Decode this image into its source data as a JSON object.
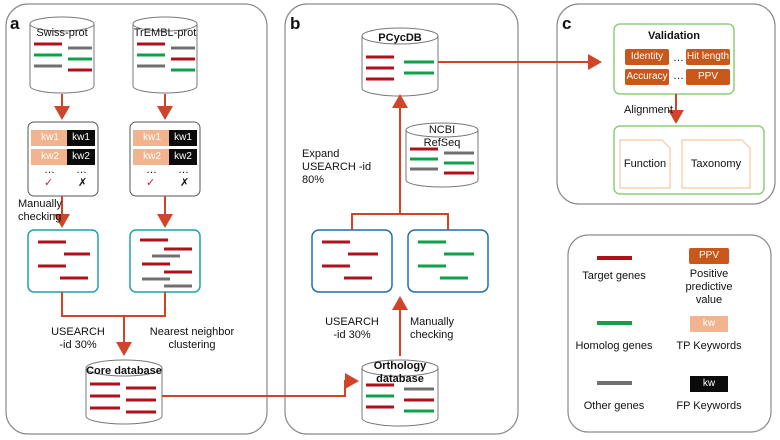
{
  "panels": {
    "a": "a",
    "b": "b",
    "c": "c"
  },
  "panel_a": {
    "db_left": "Swiss-prot",
    "db_right": "TrEMBL-prot",
    "kw1": "kw1",
    "kw2": "kw2",
    "dots": "…",
    "check_mark": "✓",
    "cross_mark": "✗",
    "manual_check": "Manually checking",
    "usearch": "USEARCH -id 30%",
    "nn_cluster": "Nearest neighbor clustering",
    "core_db": "Core database"
  },
  "panel_b": {
    "pcycdb": "PCycDB",
    "ncbi": "NCBI RefSeq",
    "expand": "Expand USEARCH -id 80%",
    "usearch": "USEARCH -id 30%",
    "manual_check": "Manually checking",
    "orthology_db": "Orthology database"
  },
  "panel_c": {
    "validation": "Validation",
    "identity": "Identity",
    "hit_length": "Hit length",
    "accuracy": "Accuracy",
    "ppv": "PPV",
    "dots": "…",
    "alignment": "Alignment",
    "function": "Function",
    "taxonomy": "Taxonomy"
  },
  "legend": {
    "target_genes": "Target genes",
    "homolog_genes": "Homolog genes",
    "other_genes": "Other genes",
    "ppv_badge": "PPV",
    "ppv_desc": "Positive predictive value",
    "tp_badge": "kw",
    "tp_desc": "TP Keywords",
    "fp_badge": "kw",
    "fp_desc": "FP Keywords"
  },
  "colors": {
    "target": "#b0101a",
    "homolog": "#0fa04a",
    "other": "#707070",
    "arrow": "#d0442a",
    "teal": "#1fa3a3",
    "blue": "#1f6fb5",
    "green_border": "#8fcf7a",
    "orange": "#c9561a",
    "tp_keyword": "#f2b48e",
    "fp_keyword": "#0b0b0b"
  }
}
